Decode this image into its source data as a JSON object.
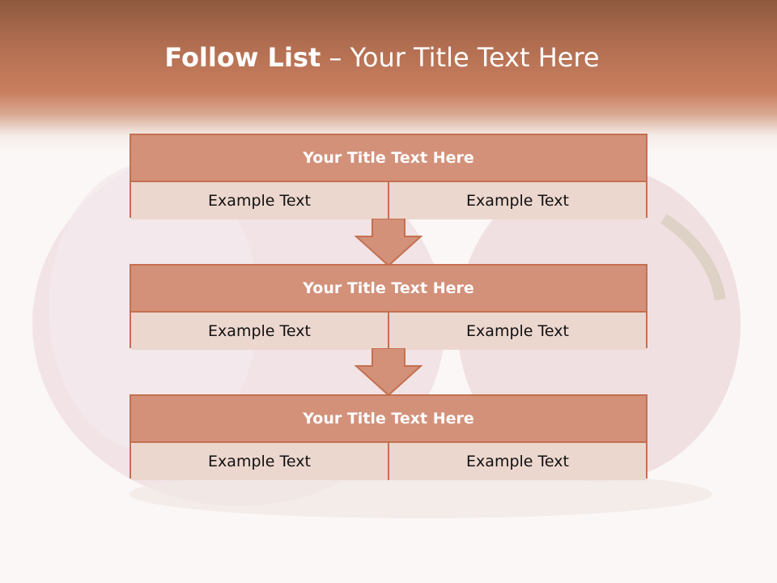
{
  "slide": {
    "title_bold": "Follow List",
    "title_rest": "– Your Title Text Here"
  },
  "blocks": [
    {
      "title": "Your Title Text Here",
      "left": "Example Text",
      "right": "Example Text"
    },
    {
      "title": "Your Title Text Here",
      "left": "Example Text",
      "right": "Example Text"
    },
    {
      "title": "Your Title Text Here",
      "left": "Example Text",
      "right": "Example Text"
    }
  ],
  "colors": {
    "header": "#c97f5f",
    "block_header": "#d3917a",
    "block_border": "#c4704f",
    "cell": "#ecd7cf"
  },
  "icons": [
    "garlic-bulb-icon",
    "down-arrow-icon"
  ]
}
